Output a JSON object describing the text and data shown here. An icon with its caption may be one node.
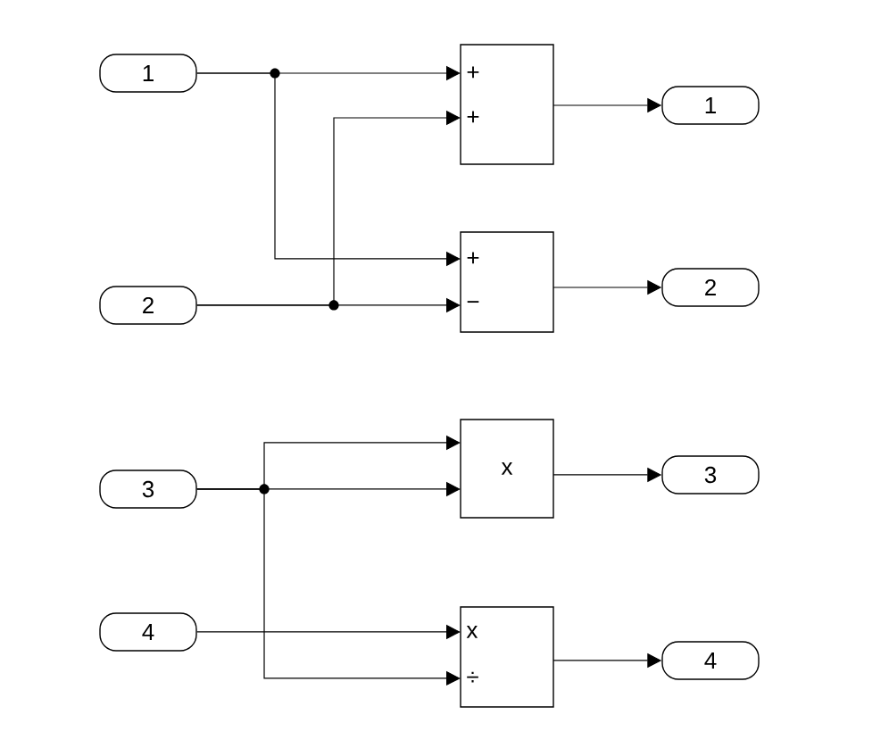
{
  "diagram": {
    "nodes": [
      {
        "text": [
          "1"
        ]
      },
      {
        "text": [
          "2"
        ]
      },
      {
        "text": [
          "3"
        ]
      },
      {
        "text": [
          "4"
        ]
      },
      {
        "text": [
          "+",
          "+"
        ]
      },
      {
        "text": [
          "+",
          "−"
        ]
      },
      {
        "text": [
          "x"
        ]
      },
      {
        "text": [
          "x",
          "÷"
        ]
      },
      {
        "text": [
          "1"
        ]
      },
      {
        "text": [
          "2"
        ]
      },
      {
        "text": [
          "3"
        ]
      },
      {
        "text": [
          "4"
        ]
      }
    ],
    "edges": [
      {
        "from": 0,
        "to": 4,
        "arrow": "to"
      },
      {
        "from": 1,
        "to": 4,
        "arrow": "to"
      },
      {
        "from": 0,
        "to": 5,
        "arrow": "to"
      },
      {
        "from": 1,
        "to": 5,
        "arrow": "to"
      },
      {
        "from": 4,
        "to": 8,
        "arrow": "to"
      },
      {
        "from": 5,
        "to": 9,
        "arrow": "to"
      },
      {
        "from": 2,
        "to": 6,
        "arrow": "to"
      },
      {
        "from": 2,
        "to": 6,
        "arrow": "to"
      },
      {
        "from": 3,
        "to": 7,
        "arrow": "to"
      },
      {
        "from": 2,
        "to": 7,
        "arrow": "to"
      },
      {
        "from": 6,
        "to": 10,
        "arrow": "to"
      },
      {
        "from": 7,
        "to": 11,
        "arrow": "to"
      }
    ]
  }
}
